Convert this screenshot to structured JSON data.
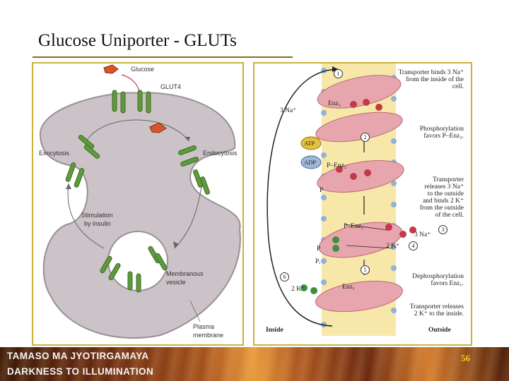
{
  "slide": {
    "title": "Glucose Uniporter - GLUTs",
    "page_number": "56"
  },
  "footer": {
    "line1": "TAMASO MA JYOTIRGAMAYA",
    "line2": "DARKNESS TO ILLUMINATION"
  },
  "left_figure": {
    "labels": {
      "glucose": "Glucose",
      "glut4": "GLUT4",
      "exocytosis": "Exocytosis",
      "endocytosis": "Endocytosis",
      "stimulation_1": "Stimulation",
      "stimulation_2": "by insulin",
      "membranous_1": "Membranous",
      "membranous_2": "vesicle",
      "plasma_1": "Plasma",
      "plasma_2": "membrane"
    },
    "colors": {
      "cell": "#cbc3c8",
      "cell_outline": "#9a9096",
      "transporter": "#5f9a3c",
      "glucose": "#d9552a"
    }
  },
  "right_figure": {
    "steps": [
      {
        "num": "1",
        "text": [
          "Transporter binds 3 Na⁺",
          "from the inside of the",
          "cell."
        ]
      },
      {
        "num": "2",
        "text": [
          "Phosphorylation",
          "favors P–Enz₂."
        ]
      },
      {
        "num": "3",
        "text": [
          "Transporter",
          "releases 3 Na⁺",
          "to the outside",
          "and binds 2 K⁺",
          "from the outside",
          "of the cell."
        ]
      },
      {
        "num": "5",
        "text": [
          "Dephosphorylation",
          "favors Enz₁."
        ]
      },
      {
        "num": "6",
        "text": [
          "Transporter releases",
          "2 K⁺ to the inside."
        ]
      }
    ],
    "labels": {
      "na_in": "3 Na⁺",
      "enz1_top": "Enz₁",
      "atp": "ATP",
      "adp": "ADP",
      "p_enz2_a": "P–Enz₂",
      "p_enz2_b": "P–Enz₂",
      "na_out": "3 Na⁺",
      "k_out": "2 K⁺",
      "pi": "Pᵢ",
      "enz1_bottom": "Enz₁",
      "k_in": "2 K⁺",
      "p1": "P",
      "p2": "P",
      "inside": "Inside",
      "outside": "Outside",
      "n1": "1",
      "n2": "2",
      "n3": "3",
      "n4": "4",
      "n5": "5",
      "n6": "6"
    },
    "colors": {
      "protein": "#e7a6ad",
      "lipid_head": "#8fb3d9",
      "lipid_tail": "#f2dc8a",
      "sodium": "#c23a4a",
      "potassium": "#3f8f3f",
      "atp": "#e3c13a",
      "adp": "#9fb7d6"
    }
  }
}
